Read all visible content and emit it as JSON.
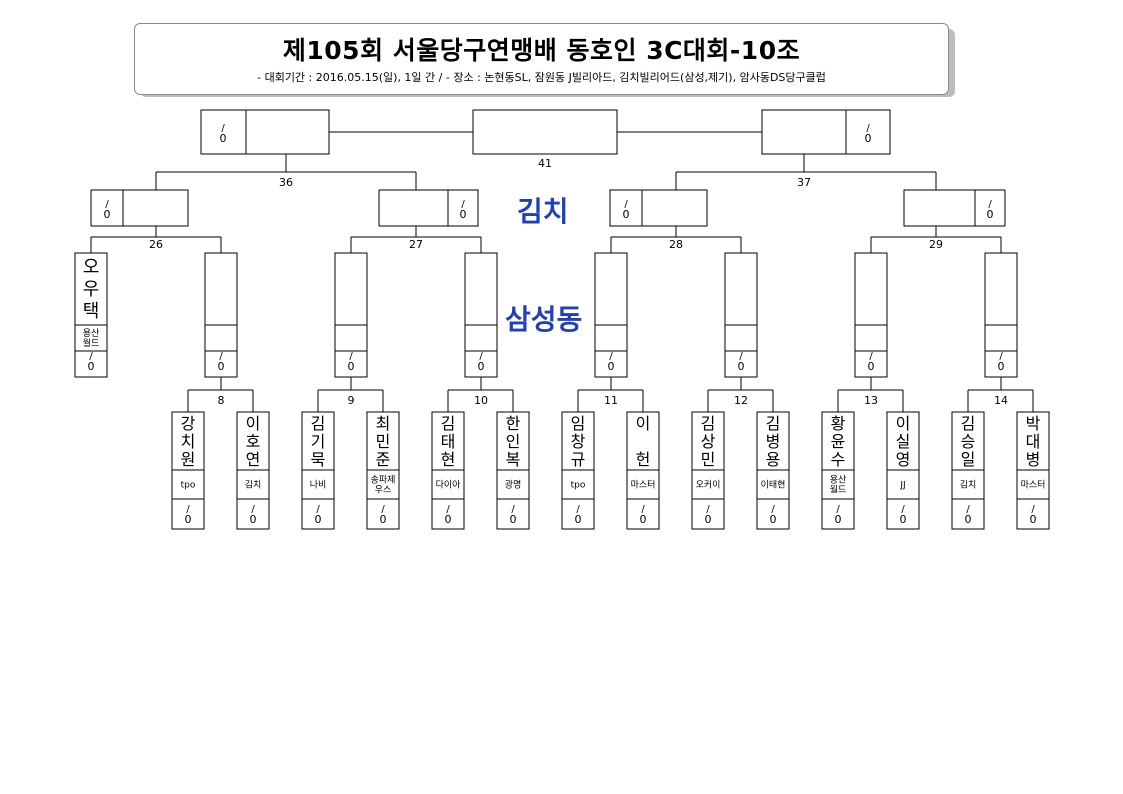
{
  "header": {
    "title": "제105회 서울당구연맹배 동호인 3C대회-10조",
    "subtitle": "- 대회기간 : 2016.05.15(일), 1일 간 / - 장소 : 논현동SL, 잠원동 J빌리아드, 김치빌리어드(삼성,제기), 암사동DS당구클럽"
  },
  "venues": {
    "upper": "김치",
    "lower": "삼성동"
  },
  "score_placeholder": {
    "slash": "/",
    "zero": "0"
  },
  "matches": {
    "final": "41",
    "semis": [
      "36",
      "37"
    ],
    "quarters": [
      "26",
      "27",
      "28",
      "29"
    ],
    "round16": [
      "8",
      "9",
      "10",
      "11",
      "12",
      "13",
      "14"
    ]
  },
  "bye_player": {
    "name": "오우택",
    "club": "용산월드"
  },
  "players": [
    {
      "name": "강치원",
      "club": "tpo"
    },
    {
      "name": "이호연",
      "club": "김치"
    },
    {
      "name": "김기묵",
      "club": "나비"
    },
    {
      "name": "최민준",
      "club": "송파제우스"
    },
    {
      "name": "김태현",
      "club": "다이아"
    },
    {
      "name": "한인복",
      "club": "광명"
    },
    {
      "name": "임창규",
      "club": "tpo"
    },
    {
      "name": "이 헌",
      "club": "마스터"
    },
    {
      "name": "김상민",
      "club": "오커이"
    },
    {
      "name": "김병용",
      "club": "이태현"
    },
    {
      "name": "황윤수",
      "club": "용산월드"
    },
    {
      "name": "이실영",
      "club": "JJ"
    },
    {
      "name": "김승일",
      "club": "김치"
    },
    {
      "name": "박대병",
      "club": "마스터"
    }
  ]
}
